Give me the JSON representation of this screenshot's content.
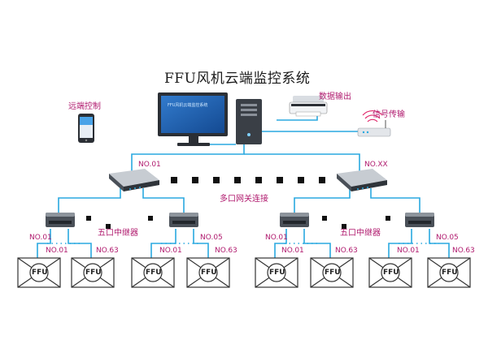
{
  "title": "FFU风机云端监控系统",
  "remote_control": "远端控制",
  "data_output": "数据输出",
  "signal_transmission": "信号传输",
  "multi_gateway": "多口网关连接",
  "relay_label": "五口中继器",
  "screen_caption": "FFU风机云端监控系统",
  "gateway_left_port": "NO.01",
  "gateway_right_port": "NO.XX",
  "relay_in_ports": [
    "NO.01",
    "NO.05",
    "NO.01",
    "NO.05"
  ],
  "unit_ports": [
    "NO.01",
    "NO.63",
    "NO.01",
    "NO.63",
    "NO.01",
    "NO.63",
    "NO.01",
    "NO.63"
  ],
  "ffu_label": "FFU",
  "colors": {
    "line": "#2aa9e0",
    "label": "#b01a6e",
    "device": "#3d4650",
    "screen": "#1f5fb0"
  }
}
